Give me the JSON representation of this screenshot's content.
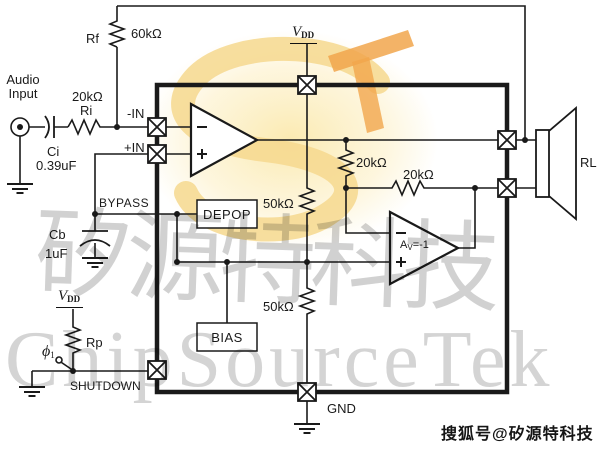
{
  "labels": {
    "audio_line1": "Audio",
    "audio_line2": "Input",
    "rf_name": "Rf",
    "rf_value": "60kΩ",
    "ri_name": "Ri",
    "ri_value": "20kΩ",
    "ci_name": "Ci",
    "ci_value": "0.39uF",
    "cb_name": "Cb",
    "cb_value": "1uF",
    "rp_name": "Rp",
    "pin_neg_in": "-IN",
    "pin_pos_in": "+IN",
    "pin_bypass": "BYPASS",
    "pin_shutdown": "SHUTDOWN",
    "pin_gnd": "GND",
    "vdd_base": "V",
    "vdd_sub": "DD",
    "phi_base": "ϕ",
    "phi_sub": "1",
    "depop_block": "DEPOP",
    "bias_block": "BIAS",
    "r50k_top": "50kΩ",
    "r50k_bottom": "50kΩ",
    "r20k_vertical": "20kΩ",
    "r20k_horizontal": "20kΩ",
    "gain_base": "A",
    "gain_sub": "V",
    "gain_rest": "=-1",
    "load_name": "RL"
  },
  "watermarks": {
    "cjk": "矽源特科技",
    "latin": "ChipSourceTek",
    "footer": "搜狐号@矽源特科技"
  },
  "colors": {
    "line": "#1a1a1a",
    "accent_orange": "#f1a64c",
    "logo_yellow": "#f6d88e",
    "glow_yellow": "#fbe9ad",
    "watermark_gray": "#c9c9c9"
  }
}
